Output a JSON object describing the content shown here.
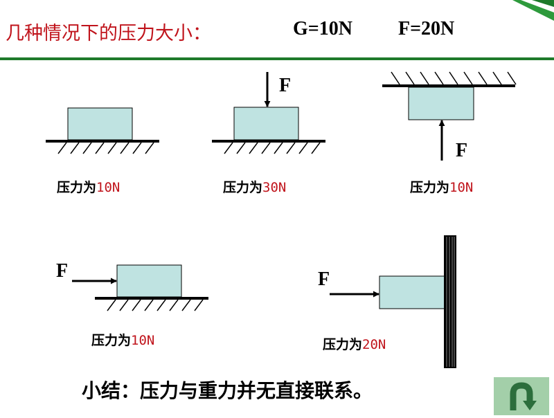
{
  "title": "几种情况下的压力大小：",
  "given": {
    "gravity": "G=10N",
    "force": "F=20N"
  },
  "force_symbol": "F",
  "result_prefix": "压力为",
  "cases": [
    {
      "pressure": "10N"
    },
    {
      "pressure": "30N"
    },
    {
      "pressure": "10N"
    },
    {
      "pressure": "10N"
    },
    {
      "pressure": "20N"
    }
  ],
  "summary": "小结：压力与重力并无直接联系。",
  "colors": {
    "title": "#c0141c",
    "value": "#c0141c",
    "block": "#bfe3e1",
    "rule": "#1e7a2a",
    "corner": "#2e9a3c",
    "back_button": "#a3cfa9",
    "back_icon": "#2c6e3c"
  },
  "icons": {
    "back": "u-turn-back-icon"
  }
}
